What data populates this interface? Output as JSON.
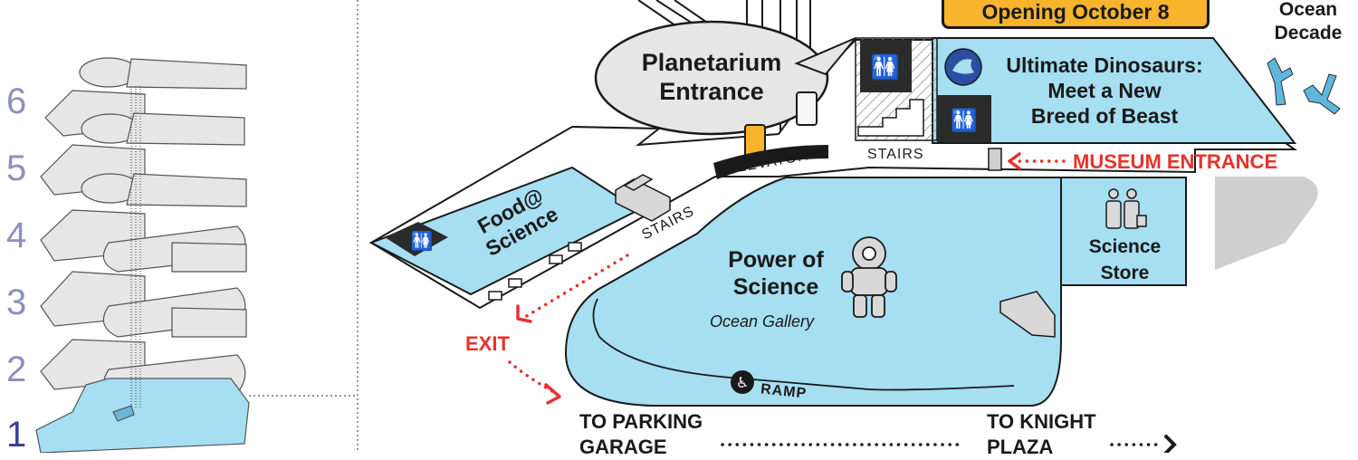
{
  "floor_selector": {
    "floors": [
      "6",
      "5",
      "4",
      "3",
      "2",
      "1"
    ],
    "active_floor": "1"
  },
  "badge": {
    "text": "Opening October 8"
  },
  "ocean_decade": {
    "line1": "Ocean",
    "line2": "Decade"
  },
  "exhibits": {
    "ultimate_dinosaurs": {
      "line1": "Ultimate Dinosaurs:",
      "line2": "Meet a New",
      "line3": "Breed of Beast"
    },
    "planetarium": {
      "line1": "Planetarium",
      "line2": "Entrance"
    },
    "food": {
      "line1": "Food@",
      "line2": "Science"
    },
    "power_of_science": {
      "line1": "Power of",
      "line2": "Science",
      "subtitle": "Ocean Gallery"
    },
    "science_store": {
      "line1": "Science",
      "line2": "Store"
    }
  },
  "labels": {
    "stairs_top": "STAIRS",
    "stairs_food": "STAIRS",
    "elevators": "ELEVATORS",
    "ramp": "RAMP",
    "museum_entrance": "MUSEUM ENTRANCE",
    "exit": "EXIT",
    "parking_line1": "TO PARKING",
    "parking_line2": "GARAGE",
    "knight_line1": "TO KNIGHT",
    "knight_line2": "PLAZA"
  },
  "colors": {
    "exhibit_fill": "#a6def2",
    "inactive_floor": "#e6e6e6",
    "accent_red": "#e6332a",
    "badge": "#f7b42c",
    "ink": "#1a1a1a",
    "floor_number": "#8e8fbe"
  }
}
